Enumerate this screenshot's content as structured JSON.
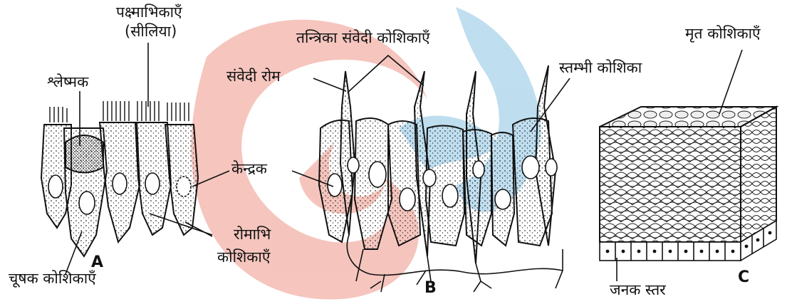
{
  "figure_a": {
    "letter": "A",
    "labels": {
      "cilia": "पक्ष्माभिकाएँ",
      "cilia_alt": "(सीलिया)",
      "mucus": "श्लेष्मक",
      "nucleus": "केन्द्रक",
      "ciliated_cells_1": "रोमाभि",
      "ciliated_cells_2": "कोशिकाएँ",
      "absorptive_cells": "चूषक कोशिकाएँ"
    }
  },
  "figure_b": {
    "letter": "B",
    "labels": {
      "neurosensory_cells": "तन्त्रिका संवेदी कोशिकाएँ",
      "sensory_hair": "संवेदी रोम",
      "columnar_cell": "स्तम्भी कोशिका"
    }
  },
  "figure_c": {
    "letter": "C",
    "labels": {
      "dead_cells": "मृत कोशिकाएँ",
      "germinal_layer": "जनक स्तर"
    }
  },
  "colors": {
    "watermark_red": "#f2b2a8",
    "watermark_blue": "#a9d3ea",
    "ink": "#111111"
  }
}
